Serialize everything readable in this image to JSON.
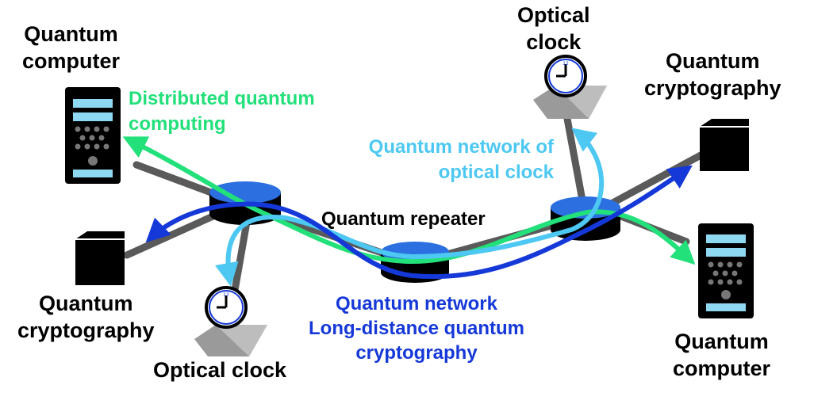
{
  "colors": {
    "link": "#5a5a5a",
    "node_top": "#2b6fe0",
    "node_body": "#000000",
    "green": "#22e07a",
    "light_blue": "#4dc8f3",
    "dark_blue": "#1538d8",
    "screen": "#8fd8f2"
  },
  "labels": {
    "qc_top_left": [
      "Quantum",
      "computer"
    ],
    "distributed": [
      "Distributed quantum",
      "computing"
    ],
    "optical_clock_top": [
      "Optical",
      "clock"
    ],
    "qcrypto_top_right": [
      "Quantum",
      "cryptography"
    ],
    "clock_network": [
      "Quantum network of",
      "optical clock"
    ],
    "repeater": "Quantum repeater",
    "qcrypto_left": [
      "Quantum",
      "cryptography"
    ],
    "optical_clock_bottom": "Optical clock",
    "quantum_network": [
      "Quantum network",
      "Long-distance quantum",
      "cryptography"
    ],
    "qc_bottom_right": [
      "Quantum",
      "computer"
    ]
  },
  "icons": {
    "computer": "quantum-computer-icon",
    "crypto": "cryptography-box-icon",
    "clock": "optical-clock-icon",
    "repeater": "quantum-repeater-node"
  }
}
